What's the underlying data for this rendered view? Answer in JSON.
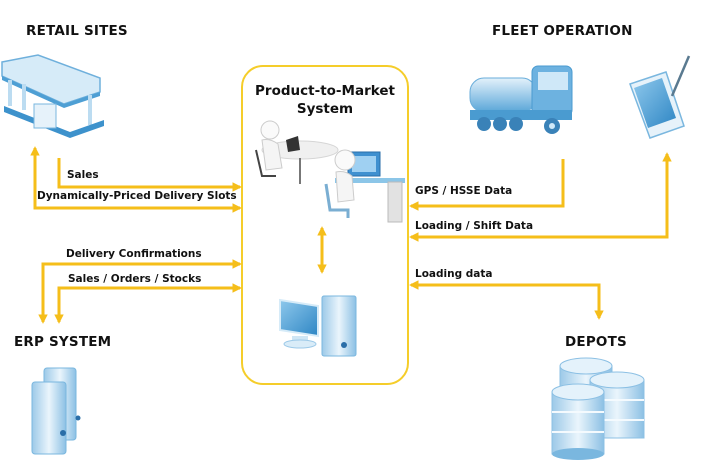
{
  "diagram": {
    "colors": {
      "arrow": "#f5be1a",
      "box_border": "#f5cd2a",
      "icon_blue": "#4a9bd0",
      "icon_light": "#cfe6f5"
    },
    "nodes": {
      "retail": {
        "title": "RETAIL SITES",
        "icon": "building-icon"
      },
      "fleet": {
        "title": "FLEET OPERATION",
        "icons": [
          "tanker-truck-icon",
          "tablet-stylus-icon"
        ]
      },
      "erp": {
        "title": "ERP SYSTEM",
        "icon": "servers-icon"
      },
      "depots": {
        "title": "DEPOTS",
        "icon": "database-icon"
      },
      "center": {
        "title_line1": "Product-to-Market",
        "title_line2": "System",
        "icons": [
          "people-at-desks-icon",
          "computer-icon"
        ]
      }
    },
    "flows": [
      {
        "label": "Sales",
        "from": "RETAIL SITES",
        "to": "Product-to-Market System"
      },
      {
        "label": "Dynamically-Priced Delivery Slots",
        "from": "Product-to-Market System",
        "to": "RETAIL SITES",
        "bidirectional": true
      },
      {
        "label": "Delivery Confirmations",
        "from": "ERP SYSTEM",
        "to": "Product-to-Market System",
        "bidirectional": true
      },
      {
        "label": "Sales / Orders / Stocks",
        "from": "ERP SYSTEM",
        "to": "Product-to-Market System",
        "bidirectional": true
      },
      {
        "label": "GPS / HSSE Data",
        "from": "FLEET OPERATION",
        "to": "Product-to-Market System"
      },
      {
        "label": "Loading / Shift Data",
        "from": "Product-to-Market System",
        "to": "FLEET OPERATION",
        "bidirectional": true
      },
      {
        "label": "Loading data",
        "from": "Product-to-Market System",
        "to": "DEPOTS",
        "bidirectional": true
      },
      {
        "label": "",
        "from": "people-at-desks",
        "to": "computer",
        "bidirectional": true
      }
    ]
  }
}
